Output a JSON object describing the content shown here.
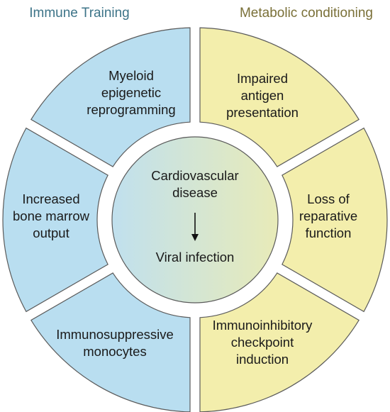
{
  "headers": {
    "left": "Immune Training",
    "right": "Metabolic conditioning"
  },
  "colors": {
    "left_header": "#3d7488",
    "right_header": "#7a7038",
    "left_fill": "#b9def0",
    "right_fill": "#f3eeac",
    "stroke": "#5a5a5a",
    "center_left": "#c0e0ee",
    "center_right": "#e8ebb8"
  },
  "segments": {
    "left": [
      [
        "Myeloid",
        "epigenetic",
        "reprogramming"
      ],
      [
        "Increased",
        "bone marrow",
        "output"
      ],
      [
        "Immunosuppressive",
        "monocytes"
      ]
    ],
    "right": [
      [
        "Impaired",
        "antigen",
        "presentation"
      ],
      [
        "Loss of",
        "reparative",
        "function"
      ],
      [
        "Immunoinhibitory",
        "checkpoint",
        "induction"
      ]
    ]
  },
  "center": {
    "top_lines": [
      "Cardiovascular",
      "disease"
    ],
    "bottom_line": "Viral infection",
    "arrow": "down-arrow-icon"
  }
}
